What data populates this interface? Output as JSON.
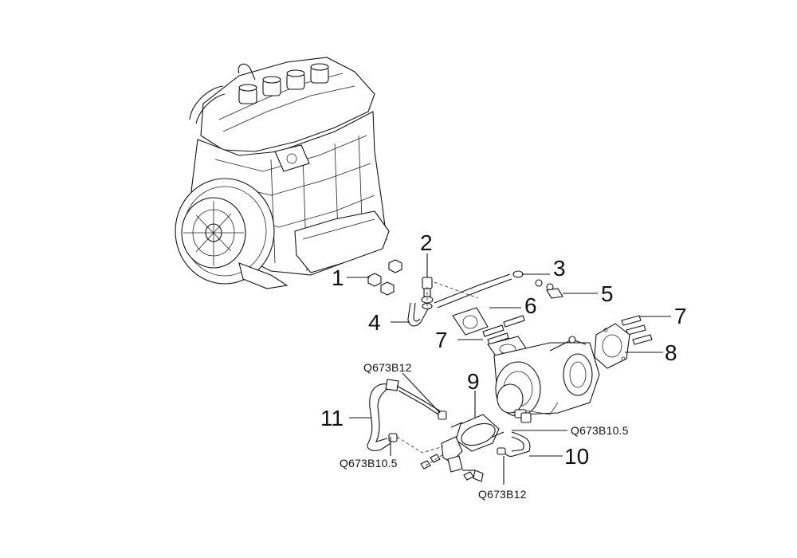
{
  "callouts": {
    "c1": "1",
    "c2": "2",
    "c3": "3",
    "c4": "4",
    "c5": "5",
    "c6": "6",
    "c7a": "7",
    "c7b": "7",
    "c8": "8",
    "c9": "9",
    "c10": "10",
    "c11": "11"
  },
  "clamp_codes": {
    "top_left": "Q673B12",
    "right": "Q673B10.5",
    "bottom_left": "Q673B10.5",
    "bottom_right": "Q673B12"
  }
}
